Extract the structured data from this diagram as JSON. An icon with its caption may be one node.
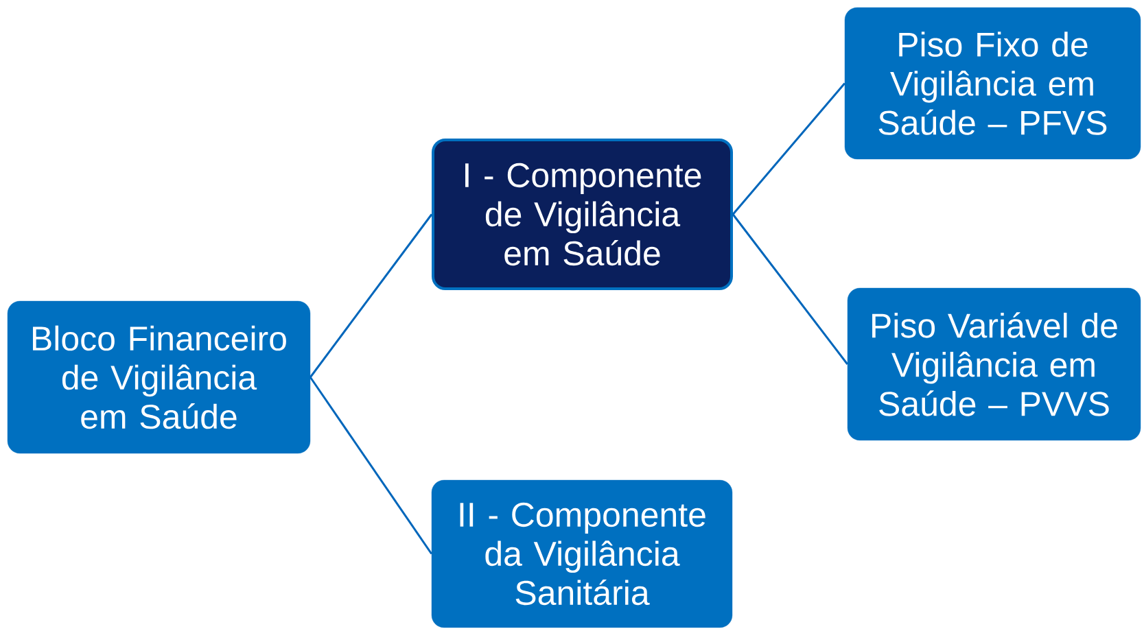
{
  "diagram": {
    "nodes": [
      {
        "text": [
          "Bloco Financeiro de Vigilância em Saúde"
        ]
      },
      {
        "text": [
          "I - Componente de Vigilância em Saúde"
        ]
      },
      {
        "text": [
          "Piso Fixo de Vigilância em Saúde – PFVS"
        ]
      },
      {
        "text": [
          "Piso Variável de Vigilância em Saúde – PVVS"
        ]
      },
      {
        "text": [
          "II - Componente da Vigilância Sanitária"
        ]
      }
    ],
    "edges": [
      {
        "from": 0,
        "to": 1,
        "arrow": "none"
      },
      {
        "from": 0,
        "to": 4,
        "arrow": "none"
      },
      {
        "from": 1,
        "to": 2,
        "arrow": "none"
      },
      {
        "from": 1,
        "to": 3,
        "arrow": "none"
      }
    ]
  }
}
